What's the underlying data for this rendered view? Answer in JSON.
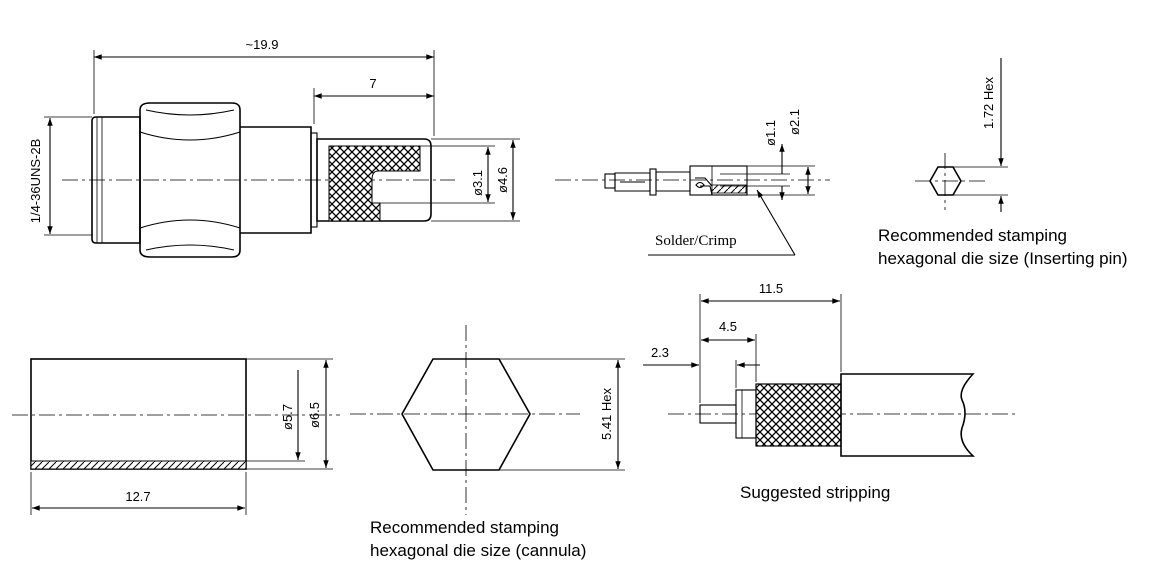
{
  "connector": {
    "overall_length": "~19.9",
    "cable_entry_length": "7",
    "thread_spec": "1/4-36UNS-2B",
    "inner_dia": "ø3.1",
    "outer_dia": "ø4.6"
  },
  "pin": {
    "dia_small": "ø1.1",
    "dia_large": "ø2.1",
    "solder_label": "Solder/Crimp"
  },
  "pin_die": {
    "hex_size": "1.72 Hex",
    "caption_line1": "Recommended stamping",
    "caption_line2": "hexagonal die size (Inserting pin)"
  },
  "cannula": {
    "inner_dia": "ø5.7",
    "outer_dia": "ø6.5",
    "length": "12.7"
  },
  "cannula_die": {
    "hex_size": "5.41 Hex",
    "caption_line1": "Recommended stamping",
    "caption_line2": "hexagonal die size (cannula)"
  },
  "stripping": {
    "total": "11.5",
    "middle": "4.5",
    "short": "2.3",
    "caption": "Suggested stripping"
  }
}
